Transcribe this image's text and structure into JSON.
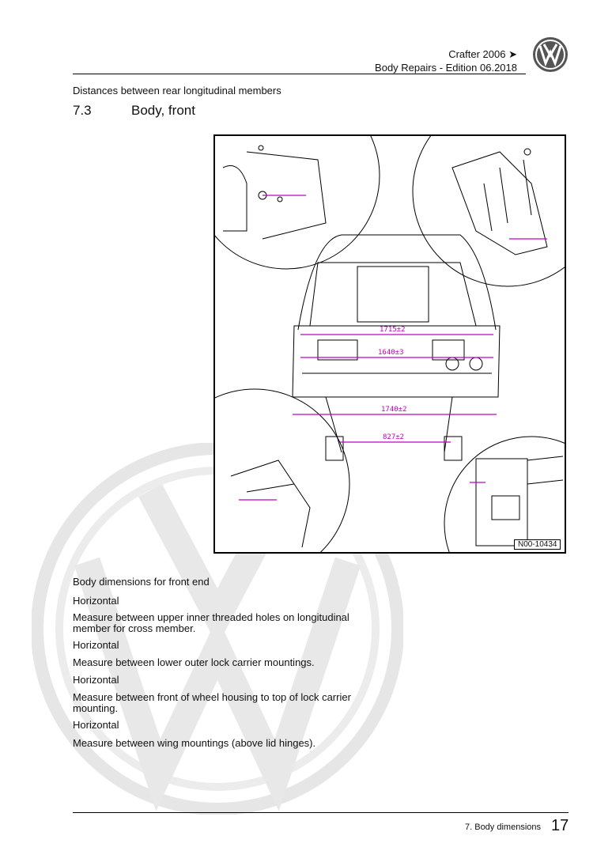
{
  "header": {
    "model": "Crafter 2006 ➤",
    "edition": "Body Repairs - Edition 06.2018"
  },
  "section": {
    "subtitle": "Distances between rear longitudinal members",
    "number": "7.3",
    "title": "Body, front"
  },
  "figure": {
    "id": "N00-10434",
    "dimensions": [
      "1715±2",
      "1640±3",
      "1740±2",
      "827±2"
    ]
  },
  "body": {
    "intro": "Body dimensions for front end",
    "items": [
      {
        "label": "Horizontal",
        "text": "Measure between upper inner threaded holes on longitudinal member for cross member."
      },
      {
        "label": "Horizontal",
        "text": "Measure between lower outer lock carrier mountings."
      },
      {
        "label": "Horizontal",
        "text": "Measure between front of wheel housing to top of lock carrier mounting."
      },
      {
        "label": "Horizontal",
        "text": "Measure between wing mountings (above lid hinges)."
      }
    ]
  },
  "footer": {
    "chapter": "7. Body dimensions",
    "page": "17"
  },
  "colors": {
    "dimension": "#c000c0",
    "watermark": "#e6e6e6"
  }
}
